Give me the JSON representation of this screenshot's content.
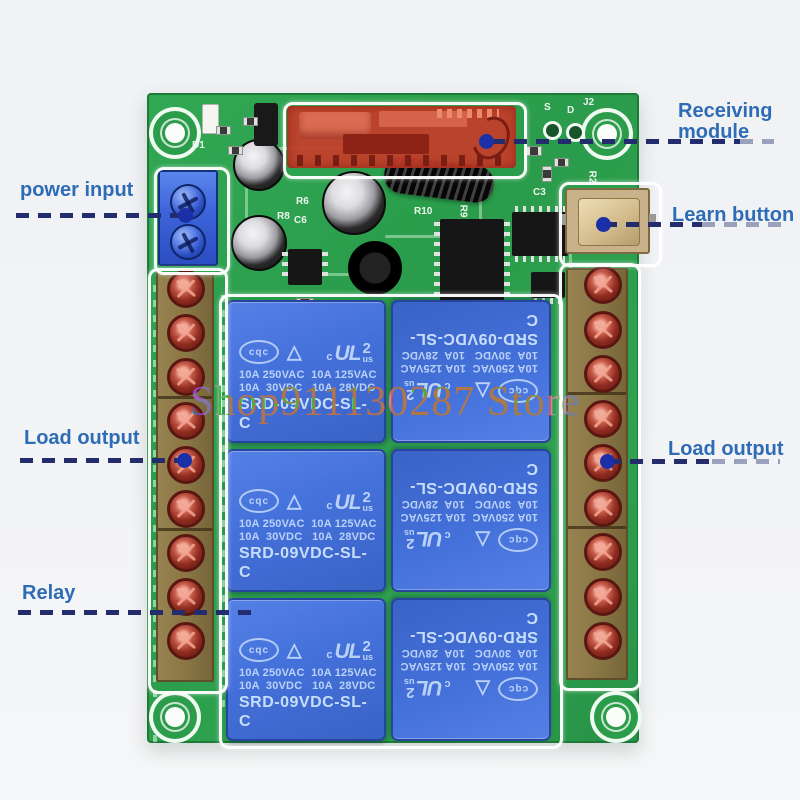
{
  "watermark": {
    "text": "Shop911130287 Store",
    "color": "#f637d8"
  },
  "annotations": {
    "label_color": "#2e6cb5",
    "line_color": "#232d6e",
    "line_color_light": "#99a1bd",
    "dot_color": "#1b2fa6",
    "receiving_module": {
      "line1": "Receiving",
      "line2": "module"
    },
    "power_input": {
      "label": "power input"
    },
    "learn_button": {
      "label": "Learn button"
    },
    "load_output_left": {
      "label": "Load output"
    },
    "load_output_right": {
      "label": "Load output"
    },
    "relay": {
      "label": "Relay"
    }
  },
  "pcb_silkscreen": {
    "d1": "D1",
    "r6": "R6",
    "r8": "R8",
    "c6": "C6",
    "r10": "R10",
    "r9": "R9",
    "c3": "C3",
    "s": "S",
    "d": "D",
    "j2": "J2",
    "r2": "R2"
  },
  "relay_block": {
    "model": "SRD-09VDC-SL-C",
    "rating_line1": "10A 250VAC  10A 125VAC",
    "rating_line2": "10A  30VDC   10A  28VDC",
    "cert_cqc": "cqc",
    "cert_triangle": "△",
    "cert_ul_c": "c",
    "cert_ul": "UL",
    "cert_ul_num": "2",
    "cert_ul_us": "us",
    "units": [
      {
        "row": 0,
        "col": 0,
        "rotated": false
      },
      {
        "row": 0,
        "col": 1,
        "rotated": true
      },
      {
        "row": 1,
        "col": 0,
        "rotated": false
      },
      {
        "row": 1,
        "col": 1,
        "rotated": true
      },
      {
        "row": 2,
        "col": 0,
        "rotated": false
      },
      {
        "row": 2,
        "col": 1,
        "rotated": true
      }
    ]
  },
  "terminals": {
    "left_screws": 9,
    "right_screws": 9,
    "power_screws": 2
  }
}
